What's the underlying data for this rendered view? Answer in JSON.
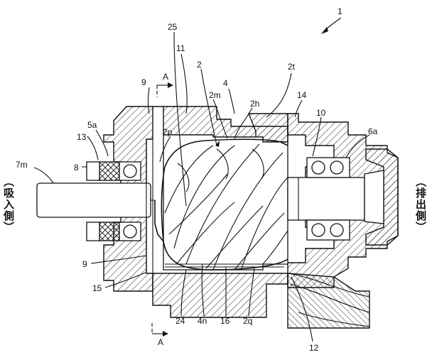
{
  "labels": {
    "n1": "1",
    "n25": "25",
    "n11": "11",
    "n2": "2",
    "n4": "4",
    "n2t": "2t",
    "n9a": "9",
    "nA1": "A",
    "n2m": "2m",
    "n2h": "2h",
    "n14": "14",
    "n10": "10",
    "n5a": "5a",
    "n2p": "2p",
    "n6a": "6a",
    "n13": "13",
    "n7m": "7m",
    "n8": "8",
    "n9b": "9",
    "n15": "15",
    "n24": "24",
    "n4n": "4n",
    "n16": "16",
    "n2q": "2q",
    "nA2": "A",
    "n12": "12"
  },
  "side_labels": {
    "left": "（吸入側）",
    "right": "（排出側）"
  }
}
